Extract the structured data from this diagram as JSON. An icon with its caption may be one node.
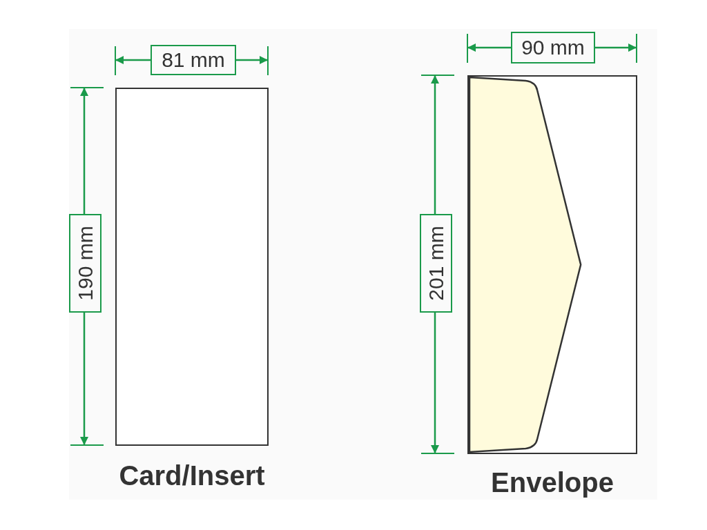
{
  "diagram": {
    "nodes": [
      {
        "text": [
          "Card/Insert"
        ]
      },
      {
        "text": [
          "Envelope"
        ]
      }
    ],
    "labels": [
      "81 mm",
      "190 mm",
      "90 mm",
      "201 mm"
    ]
  }
}
